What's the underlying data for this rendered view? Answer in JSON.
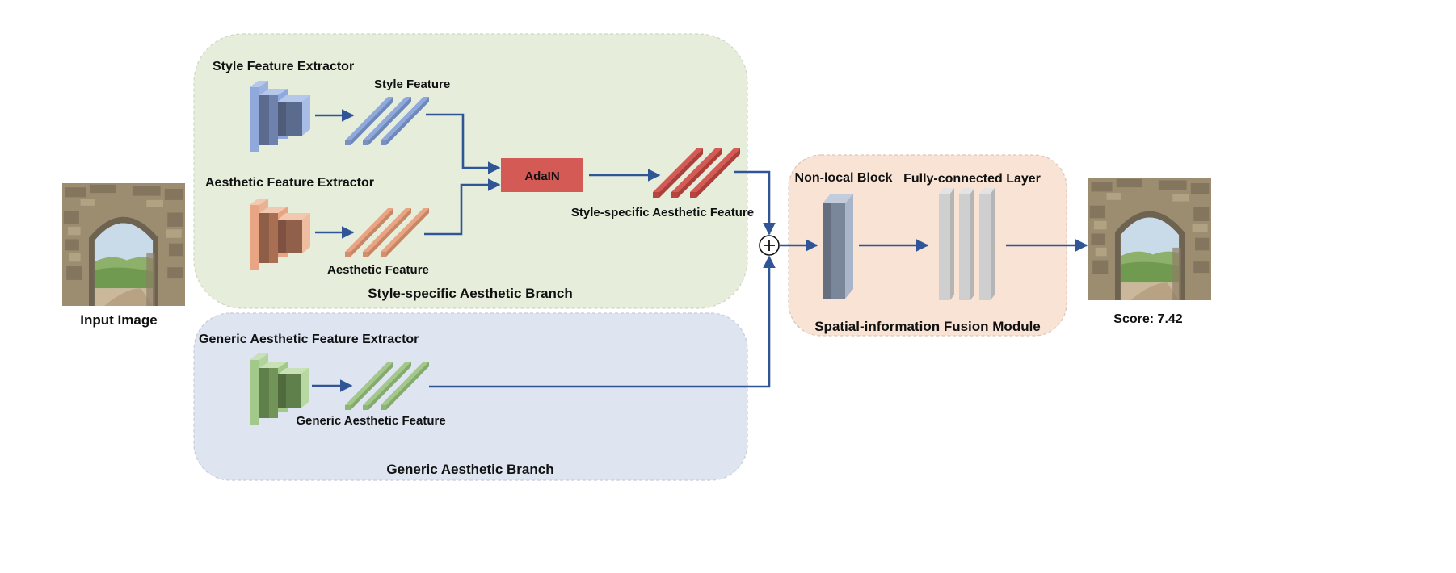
{
  "input": {
    "label": "Input Image"
  },
  "output": {
    "label": "Score: 7.42"
  },
  "style_branch": {
    "title": "Style-specific Aesthetic Branch",
    "style_extractor_label": "Style Feature Extractor",
    "style_feature_label": "Style Feature",
    "aesthetic_extractor_label": "Aesthetic Feature Extractor",
    "aesthetic_feature_label": "Aesthetic Feature",
    "adain_label": "AdaIN",
    "style_specific_feature_label": "Style-specific Aesthetic Feature"
  },
  "generic_branch": {
    "title": "Generic Aesthetic Branch",
    "extractor_label": "Generic Aesthetic Feature Extractor",
    "feature_label": "Generic Aesthetic Feature"
  },
  "fusion_module": {
    "title": "Spatial-information Fusion Module",
    "nonlocal_label": "Non-local Block",
    "fc_label": "Fully-connected Layer",
    "sum_symbol": "+"
  },
  "colors": {
    "style_branch_bg": "#E6EEDB",
    "generic_branch_bg": "#DEE5F0",
    "fusion_bg": "#F8E3D5",
    "style_blue": "#8FA9DC",
    "aesthetic_orange": "#E9A583",
    "generic_green": "#A3C98A",
    "adain_red": "#D45A56",
    "nonlocal_slate": "#7A8699",
    "fc_gray": "#CFCFCF",
    "arrow_blue": "#2F5597"
  },
  "icons": [
    "archway-painting-image",
    "archway-painting-image-output",
    "sum-circle-icon"
  ]
}
